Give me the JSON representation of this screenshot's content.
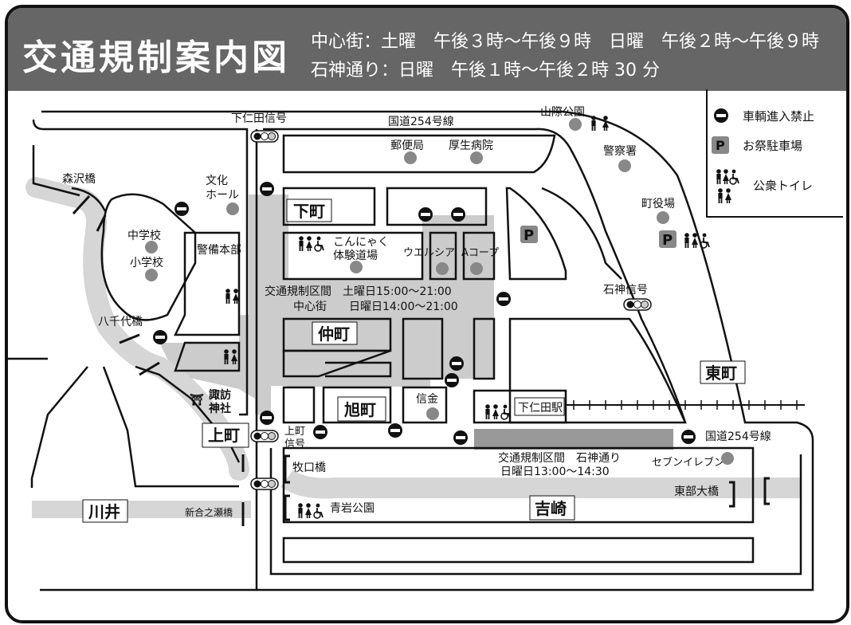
{
  "header": {
    "title": "交通規制案内図",
    "line1": "中心街：土曜　午後３時～午後９時　日曜　午後２時～午後９時",
    "line2": "石神通り：日曜　午後１時～午後２時 30 分"
  },
  "legend": {
    "no_entry": "車輌進入禁止",
    "parking": "お祭駐車場",
    "toilet": "公衆トイレ",
    "parking_symbol": "P"
  },
  "districts": {
    "shimomachi": "下町",
    "nakamachi": "仲町",
    "asahimachi": "旭町",
    "higashimachi": "東町",
    "kamimachi": "上町",
    "yoshizaki": "吉崎",
    "kawai": "川井"
  },
  "places": {
    "shimonitta_signal": "下仁田信号",
    "route254_top": "国道254号線",
    "yamagiwa_park": "山際公園",
    "post_office": "郵便局",
    "kosei_hospital": "厚生病院",
    "police": "警察署",
    "morisawa_bridge": "森沢橋",
    "bunka_hall_1": "文化",
    "bunka_hall_2": "ホール",
    "town_office": "町役場",
    "junior_high": "中学校",
    "elementary": "小学校",
    "security_hq": "警備本部",
    "konnyaku_1": "こんにゃく",
    "konnyaku_2": "体験道場",
    "welcia": "ウエルシア",
    "acoop": "Aコープ",
    "ishigami_signal": "石神信号",
    "hacchiyo_bridge": "八千代橋",
    "suwa_shrine_1": "諏訪",
    "suwa_shrine_2": "神社",
    "shinkin": "信金",
    "shimonita_station": "下仁田駅",
    "kamimachi_signal_1": "上町",
    "kamimachi_signal_2": "信号",
    "route254_right": "国道254号線",
    "makiguchi_bridge": "牧口橋",
    "seven_eleven": "セブンイレブン",
    "tobu_bridge": "東部大橋",
    "aoiwa_park": "青岩公園",
    "shinaisenose_bridge": "新合之瀬橋"
  },
  "regulations": {
    "central_title": "交通規制区間　土曜日15:00～21:00",
    "central_sub": "中心街　　日曜日14:00～21:00",
    "ishigami_title": "交通規制区間　石神通り",
    "ishigami_sub": "日曜日13:00～14:30"
  },
  "colors": {
    "header_bg": "#666666",
    "regulated_area": "#cccccc",
    "road_outline": "#111111",
    "landmark_dot": "#888888"
  }
}
